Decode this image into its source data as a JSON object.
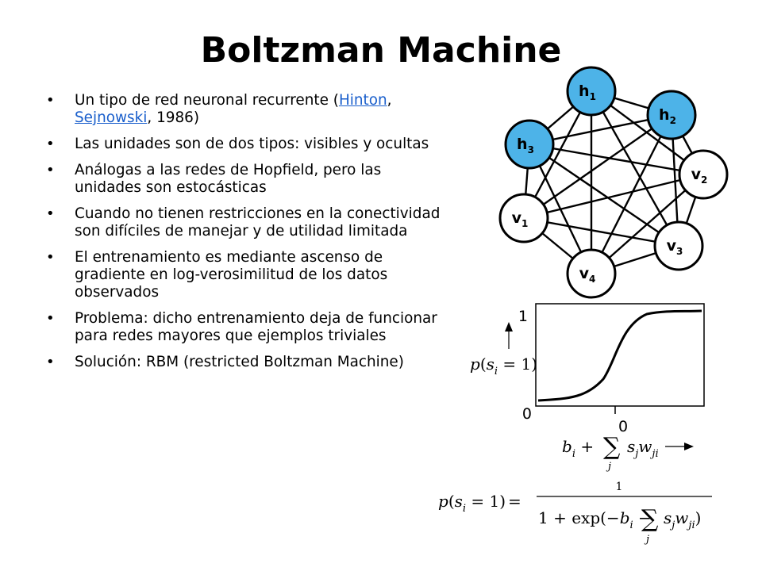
{
  "title": "Boltzman Machine",
  "bullets": [
    {
      "pre": "Un tipo de red neuronal recurrente (",
      "link1": "Hinton",
      "mid": ", ",
      "link2": "Sejnowski",
      "post": ", 1986)"
    },
    {
      "text": "Las unidades son de dos tipos: visibles y ocultas"
    },
    {
      "text": "Análogas a las redes de Hopfield, pero las unidades son estocásticas"
    },
    {
      "text": "Cuando no tienen restricciones en la conectividad son difíciles de manejar y de utilidad limitada"
    },
    {
      "text": "El entrenamiento es mediante ascenso de gradiente en log-verosimilitud de los datos observados"
    },
    {
      "text": "Problema: dicho entrenamiento deja de funcionar para redes mayores que ejemplos triviales"
    },
    {
      "text": "Solución: RBM (restricted Boltzman Machine)"
    }
  ],
  "network": {
    "colors": {
      "hidden": "#4db3e8",
      "visible": "#ffffff",
      "stroke": "#000000"
    },
    "nodes": [
      {
        "id": "h1",
        "base": "h",
        "sub": "1",
        "type": "hidden"
      },
      {
        "id": "h2",
        "base": "h",
        "sub": "2",
        "type": "hidden"
      },
      {
        "id": "v2",
        "base": "v",
        "sub": "2",
        "type": "visible"
      },
      {
        "id": "v3",
        "base": "v",
        "sub": "3",
        "type": "visible"
      },
      {
        "id": "v4",
        "base": "v",
        "sub": "4",
        "type": "visible"
      },
      {
        "id": "v1",
        "base": "v",
        "sub": "1",
        "type": "visible"
      },
      {
        "id": "h3",
        "base": "h",
        "sub": "3",
        "type": "hidden"
      }
    ]
  },
  "sigmoid_plot": {
    "y_top_tick": "1",
    "y_bottom_tick": "0",
    "x_tick": "0"
  }
}
